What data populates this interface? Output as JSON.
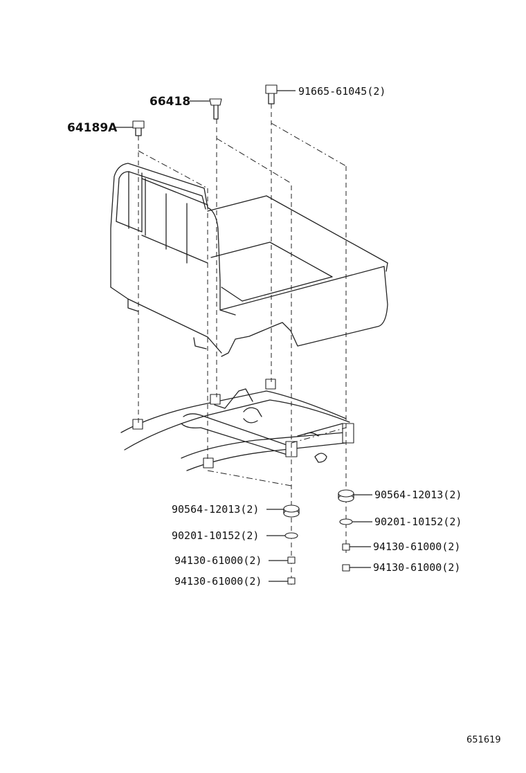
{
  "diagram": {
    "reference_number": "651619",
    "labels": [
      {
        "id": "p66418",
        "text": "66418"
      },
      {
        "id": "p64189A",
        "text": "64189A"
      },
      {
        "id": "p91665",
        "text": "91665-61045(2)"
      },
      {
        "id": "pL90564",
        "text": "90564-12013(2)"
      },
      {
        "id": "pL90201",
        "text": "90201-10152(2)"
      },
      {
        "id": "pL94130a",
        "text": "94130-61000(2)"
      },
      {
        "id": "pL94130b",
        "text": "94130-61000(2)"
      },
      {
        "id": "pR90564",
        "text": "90564-12013(2)"
      },
      {
        "id": "pR90201",
        "text": "90201-10152(2)"
      },
      {
        "id": "pR94130a",
        "text": "94130-61000(2)"
      },
      {
        "id": "pR94130b",
        "text": "94130-61000(2)"
      }
    ]
  }
}
